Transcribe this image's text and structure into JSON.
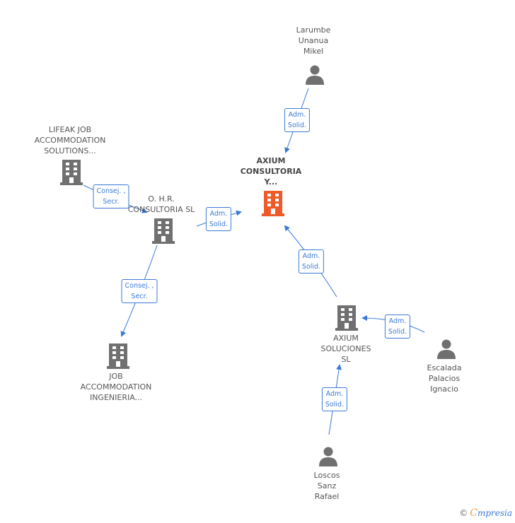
{
  "colors": {
    "edge": "#3a7ad6",
    "company": "#707070",
    "main_company": "#f05a28",
    "person": "#707070"
  },
  "nodes": {
    "larrumbe": {
      "lines": [
        "Larumbe",
        "Unanua",
        "Mikel"
      ],
      "icon": "person-icon"
    },
    "axium_consultoria": {
      "lines": [
        "AXIUM",
        "CONSULTORIA",
        "Y..."
      ],
      "icon": "building-icon"
    },
    "lifeak": {
      "lines": [
        "LIFEAK JOB",
        "ACCOMMODATION",
        "SOLUTIONS..."
      ],
      "icon": "building-icon"
    },
    "ohr": {
      "lines": [
        "O. H.R.",
        "CONSULTORIA SL"
      ],
      "icon": "building-icon"
    },
    "job_ingenieria": {
      "lines": [
        "JOB",
        "ACCOMMODATION",
        "INGENIERIA..."
      ],
      "icon": "building-icon"
    },
    "axium_soluciones": {
      "lines": [
        "AXIUM",
        "SOLUCIONES",
        "SL"
      ],
      "icon": "building-icon"
    },
    "escalada": {
      "lines": [
        "Escalada",
        "Palacios",
        "Ignacio"
      ],
      "icon": "person-icon"
    },
    "loscos": {
      "lines": [
        "Loscos",
        "Sanz",
        "Rafael"
      ],
      "icon": "person-icon"
    }
  },
  "edges": [
    {
      "l1": "Adm.",
      "l2": "Solid."
    },
    {
      "l1": "Consej. ,",
      "l2": "Secr."
    },
    {
      "l1": "Adm.",
      "l2": "Solid."
    },
    {
      "l1": "Consej. ,",
      "l2": "Secr."
    },
    {
      "l1": "Adm.",
      "l2": "Solid."
    },
    {
      "l1": "Adm.",
      "l2": "Solid."
    },
    {
      "l1": "Adm.",
      "l2": "Solid."
    }
  ],
  "footer": {
    "copyright": "©",
    "brand_first": "C",
    "brand_rest": "mpresia"
  }
}
